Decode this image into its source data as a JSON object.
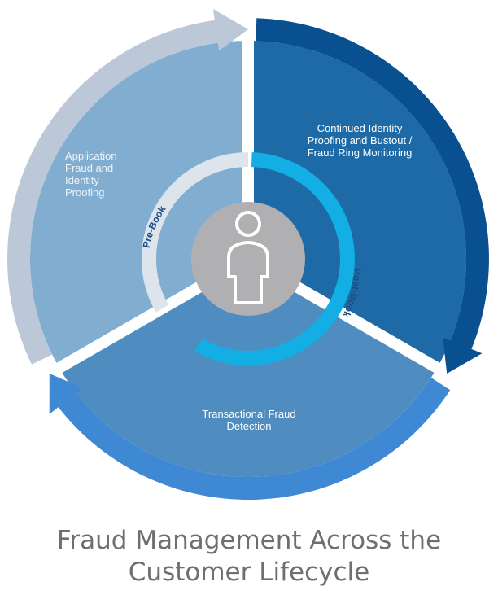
{
  "segments": {
    "application": {
      "lines": [
        "Application",
        "Fraud and",
        "Identity",
        "Proofing"
      ]
    },
    "continued": {
      "lines": [
        "Continued Identity",
        "Proofing and Bustout /",
        "Fraud Ring Monitoring"
      ]
    },
    "transactional": {
      "lines": [
        "Transactional Fraud",
        "Detection"
      ]
    }
  },
  "ring": {
    "pre_book": "Pre-Book",
    "post_book": "Post-Book"
  },
  "title": {
    "line1": "Fraud Management Across the",
    "line2": "Customer Lifecycle"
  },
  "center_icon": "person-icon",
  "colors": {
    "segment_application": "#81aed0",
    "segment_continued": "#1d6aa6",
    "segment_transactional": "#4f8dc0",
    "arrow_application": "#bcc7d8",
    "arrow_continued": "#08508f",
    "arrow_transactional": "#3f88d3",
    "ring_pre_book": "#dde4ec",
    "ring_post_book": "#12aee4",
    "center": "#b0b0b2"
  }
}
